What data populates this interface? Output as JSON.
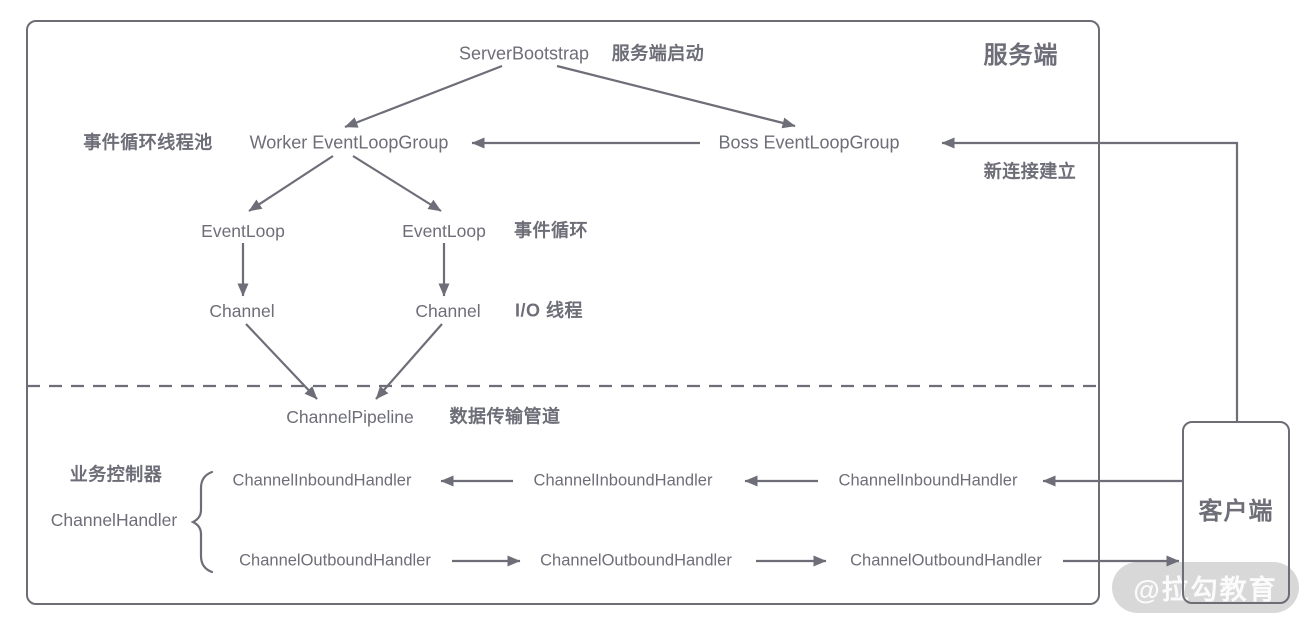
{
  "colors": {
    "line": "#6e6e78",
    "text": "#6e6e78",
    "box_border": "#6d6d76",
    "watermark_bg": "#d8d8d8",
    "watermark_text": "#fbfbfb",
    "background": "#ffffff"
  },
  "diagram": {
    "server_region_label": "服务端",
    "client_box_label": "客户端",
    "watermark_label": "@拉勾教育",
    "server_bootstrap": "ServerBootstrap",
    "server_bootstrap_note": "服务端启动",
    "event_loop_pool_note": "事件循环线程池",
    "worker_event_loop_group": "Worker EventLoopGroup",
    "boss_event_loop_group": "Boss EventLoopGroup",
    "new_connection_note": "新连接建立",
    "event_loops": [
      "EventLoop",
      "EventLoop"
    ],
    "event_loop_note": "事件循环",
    "channels": [
      "Channel",
      "Channel"
    ],
    "io_thread_note": "I/O 线程",
    "channel_pipeline": "ChannelPipeline",
    "channel_pipeline_note": "数据传输管道",
    "business_controller_note": "业务控制器",
    "channel_handler": "ChannelHandler",
    "inbound_handlers": [
      "ChannelInboundHandler",
      "ChannelInboundHandler",
      "ChannelInboundHandler"
    ],
    "outbound_handlers": [
      "ChannelOutboundHandler",
      "ChannelOutboundHandler",
      "ChannelOutboundHandler"
    ]
  }
}
